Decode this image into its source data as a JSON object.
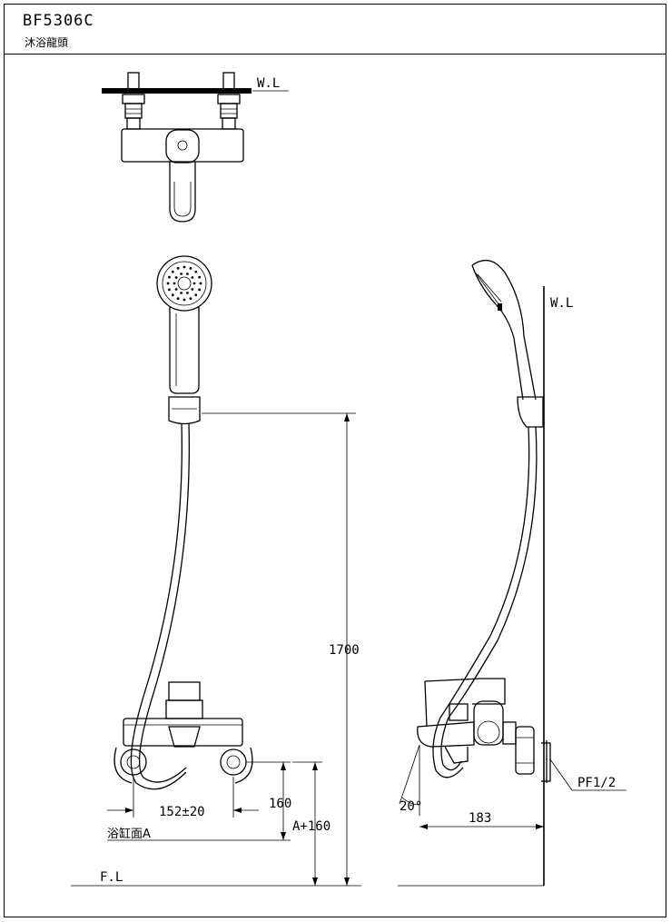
{
  "title_block": {
    "model_number": "BF5306C",
    "product_name": "沐浴龍頭"
  },
  "labels": {
    "wall_line_top": "W.L",
    "wall_line_side": "W.L",
    "floor_line": "F.L",
    "bathtub_surface": "浴缸面A",
    "pipe_thread": "PF1/2"
  },
  "dimensions": {
    "shower_height": "1700",
    "inlet_spacing": "152±20",
    "inlet_height": "160",
    "mount_height": "A+160",
    "projection": "183",
    "spout_angle": "20°"
  }
}
